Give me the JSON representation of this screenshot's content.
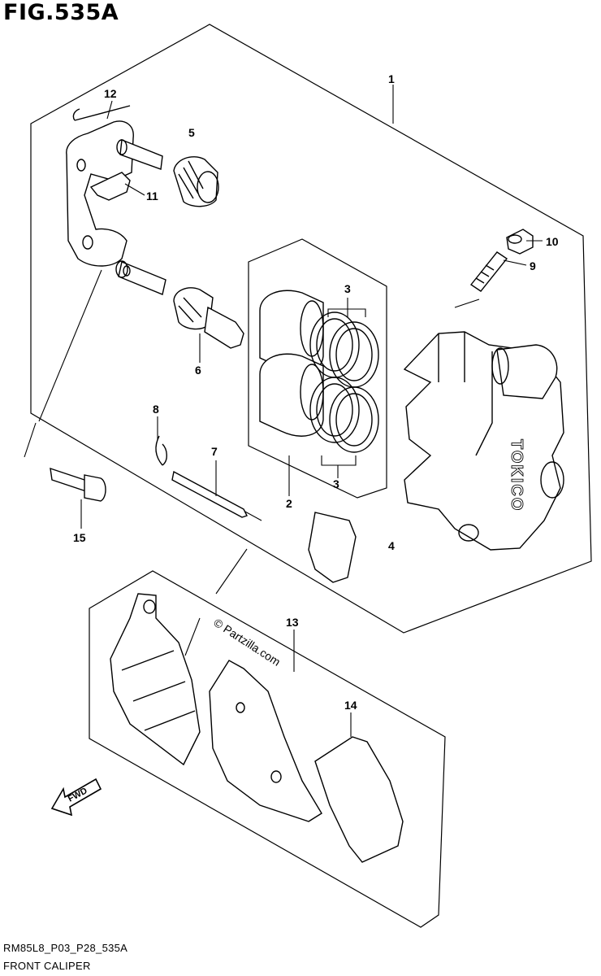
{
  "figure": {
    "title": "FIG.535A",
    "code": "RM85L8_P03_P28_535A",
    "name": "FRONT CALIPER"
  },
  "watermark": "© Partzilla.com",
  "direction_badge": "FWD",
  "callouts": [
    "1",
    "2",
    "3",
    "3",
    "4",
    "5",
    "6",
    "7",
    "8",
    "9",
    "10",
    "11",
    "12",
    "13",
    "14",
    "15"
  ],
  "caliper_brand": "TOKICO"
}
